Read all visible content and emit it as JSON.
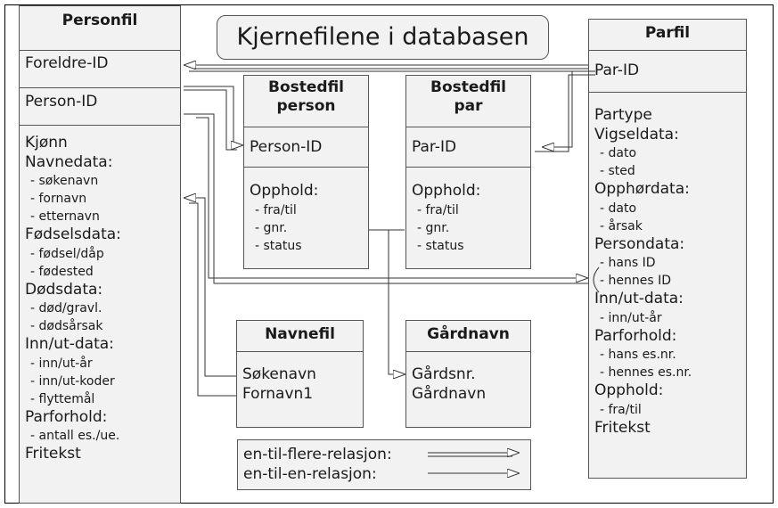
{
  "title": "Kjernefilene i databasen",
  "personfil": {
    "header": "Personfil",
    "foreldre_id": "Foreldre-ID",
    "person_id": "Person-ID",
    "lines": [
      {
        "text": "Kjønn",
        "kind": "big"
      },
      {
        "text": "Navnedata:",
        "kind": "big"
      },
      {
        "text": "- søkenavn",
        "kind": "small"
      },
      {
        "text": "- fornavn",
        "kind": "small"
      },
      {
        "text": "- etternavn",
        "kind": "small"
      },
      {
        "text": "Fødselsdata:",
        "kind": "big"
      },
      {
        "text": "- fødsel/dåp",
        "kind": "small"
      },
      {
        "text": "- fødested",
        "kind": "small"
      },
      {
        "text": "Dødsdata:",
        "kind": "big"
      },
      {
        "text": "- død/gravl.",
        "kind": "small"
      },
      {
        "text": "- dødsårsak",
        "kind": "small"
      },
      {
        "text": "Inn/ut-data:",
        "kind": "big"
      },
      {
        "text": "- inn/ut-år",
        "kind": "small"
      },
      {
        "text": "- inn/ut-koder",
        "kind": "small"
      },
      {
        "text": "- flyttemål",
        "kind": "small"
      },
      {
        "text": "Parforhold:",
        "kind": "big"
      },
      {
        "text": "- antall es./ue.",
        "kind": "small"
      },
      {
        "text": "Fritekst",
        "kind": "big"
      }
    ]
  },
  "bostedfil_person": {
    "header_line1": "Bostedfil",
    "header_line2": "person",
    "key": "Person-ID",
    "lines": [
      {
        "text": "Opphold:",
        "kind": "big"
      },
      {
        "text": "- fra/til",
        "kind": "small"
      },
      {
        "text": "- gnr.",
        "kind": "small"
      },
      {
        "text": "- status",
        "kind": "small"
      }
    ]
  },
  "bostedfil_par": {
    "header_line1": "Bostedfil",
    "header_line2": "par",
    "key": "Par-ID",
    "lines": [
      {
        "text": "Opphold:",
        "kind": "big"
      },
      {
        "text": "- fra/til",
        "kind": "small"
      },
      {
        "text": "- gnr.",
        "kind": "small"
      },
      {
        "text": "- status",
        "kind": "small"
      }
    ]
  },
  "parfil": {
    "header": "Parfil",
    "key": "Par-ID",
    "lines": [
      {
        "text": "Partype",
        "kind": "big"
      },
      {
        "text": "Vigseldata:",
        "kind": "big"
      },
      {
        "text": "- dato",
        "kind": "small"
      },
      {
        "text": "- sted",
        "kind": "small"
      },
      {
        "text": "Opphørdata:",
        "kind": "big"
      },
      {
        "text": "- dato",
        "kind": "small"
      },
      {
        "text": "- årsak",
        "kind": "small"
      },
      {
        "text": "Persondata:",
        "kind": "big"
      },
      {
        "text": "- hans ID",
        "kind": "small"
      },
      {
        "text": "- hennes ID",
        "kind": "small"
      },
      {
        "text": "Inn/ut-data:",
        "kind": "big"
      },
      {
        "text": "- inn/ut-år",
        "kind": "small"
      },
      {
        "text": "Parforhold:",
        "kind": "big"
      },
      {
        "text": "- hans es.nr.",
        "kind": "small"
      },
      {
        "text": "- hennes es.nr.",
        "kind": "small"
      },
      {
        "text": "Opphold:",
        "kind": "big"
      },
      {
        "text": "- fra/til",
        "kind": "small"
      },
      {
        "text": "Fritekst",
        "kind": "big"
      }
    ]
  },
  "navnefil": {
    "header": "Navnefil",
    "lines": [
      "Søkenavn",
      "Fornavn1"
    ]
  },
  "gardnavn": {
    "header": "Gårdnavn",
    "lines": [
      "Gårdsnr.",
      "Gårdnavn"
    ]
  },
  "legend": {
    "one_to_many": "en-til-flere-relasjon:",
    "one_to_one": "en-til-en-relasjon:"
  },
  "colors": {
    "box_fill": "#f2f2f2",
    "border": "#555555",
    "line": "#333333"
  }
}
